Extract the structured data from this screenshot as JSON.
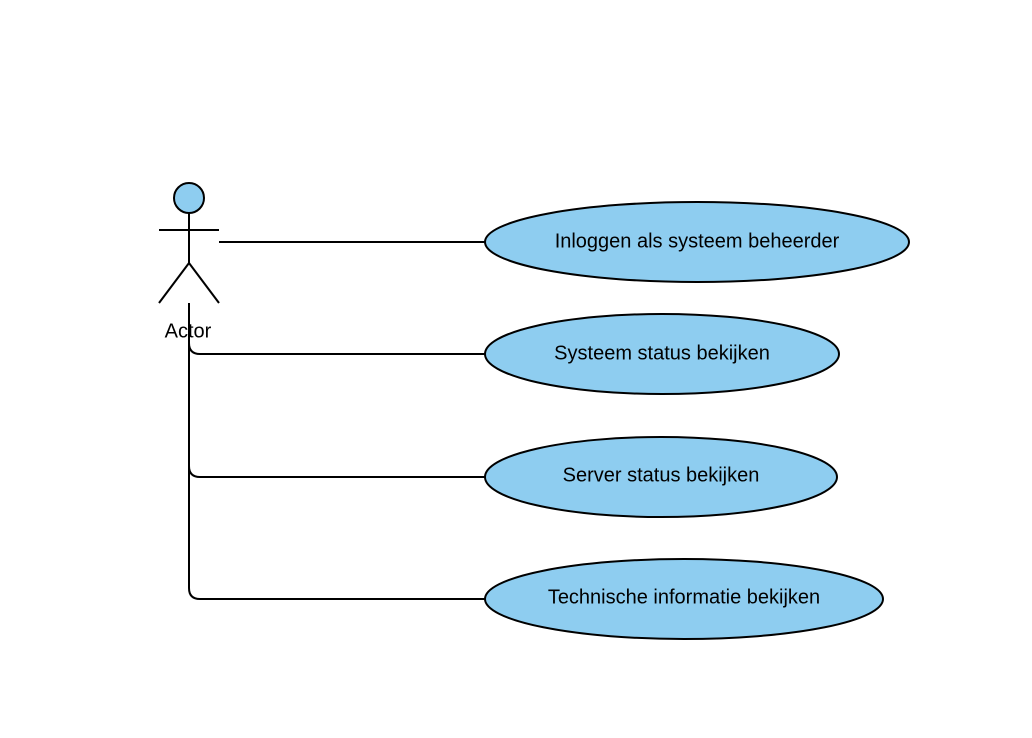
{
  "diagram": {
    "type": "use-case",
    "actor": {
      "label": "Actor"
    },
    "use_cases": [
      {
        "label": "Inloggen als systeem beheerder"
      },
      {
        "label": "Systeem status bekijken"
      },
      {
        "label": "Server status bekijken"
      },
      {
        "label": "Technische informatie bekijken"
      }
    ],
    "colors": {
      "fill": "#8ecdf0",
      "stroke": "#000000",
      "background": "#ffffff"
    }
  }
}
